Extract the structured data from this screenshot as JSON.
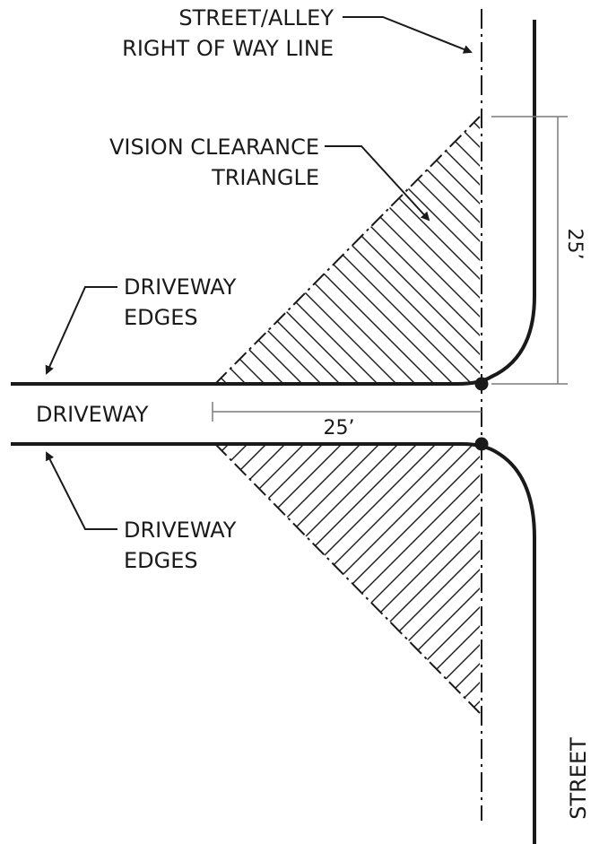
{
  "labels": {
    "row_line_1": "STREET/ALLEY",
    "row_line_2": "RIGHT OF WAY LINE",
    "triangle_1": "VISION CLEARANCE",
    "triangle_2": "TRIANGLE",
    "edges_top_1": "DRIVEWAY",
    "edges_top_2": "EDGES",
    "driveway": "DRIVEWAY",
    "edges_bottom_1": "DRIVEWAY",
    "edges_bottom_2": "EDGES",
    "street": "STREET"
  },
  "dimensions": {
    "horizontal": "25’",
    "vertical": "25’"
  },
  "colors": {
    "ink": "#1a1a1a",
    "dimension": "#7a7a7a",
    "background": "#ffffff"
  }
}
